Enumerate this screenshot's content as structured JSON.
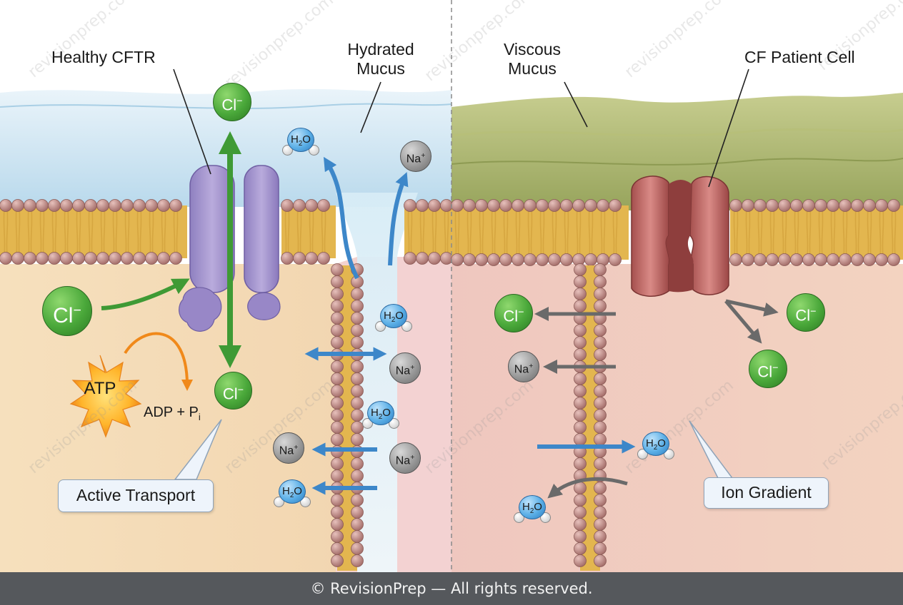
{
  "labels": {
    "healthy_cftr": "Healthy CFTR",
    "hydrated_mucus_1": "Hydrated",
    "hydrated_mucus_2": "Mucus",
    "viscous_mucus_1": "Viscous",
    "viscous_mucus_2": "Mucus",
    "cf_patient_cell": "CF Patient Cell",
    "active_transport": "Active Transport",
    "ion_gradient": "Ion Gradient",
    "atp": "ATP",
    "adp": "ADP + P",
    "adp_sub": "i"
  },
  "ions": {
    "cl": "Cl",
    "cl_sup": "−",
    "na": "Na",
    "na_sup": "+",
    "h2o_h": "H",
    "h2o_2": "2",
    "h2o_o": "O"
  },
  "watermark": "revisionprep.com",
  "footer": "© RevisionPrep — All rights reserved.",
  "colors": {
    "healthy_mucus": "#cfe6f2",
    "viscous_mucus": "#a9b36a",
    "healthy_cytoplasm": "#f4dcb8",
    "cf_cytoplasm": "#f0c9bf",
    "paracellular": "#f3d3d1",
    "healthy_cftr": "#a898cf",
    "cf_cftr": "#c46a68",
    "chloride": "#4aa83a",
    "sodium": "#9a9a9a",
    "water": "#5aaee6",
    "transport_arrow": "#3d87c9",
    "cl_channel_arrow": "#3f9a35",
    "atp_orange": "#f39a2a"
  }
}
